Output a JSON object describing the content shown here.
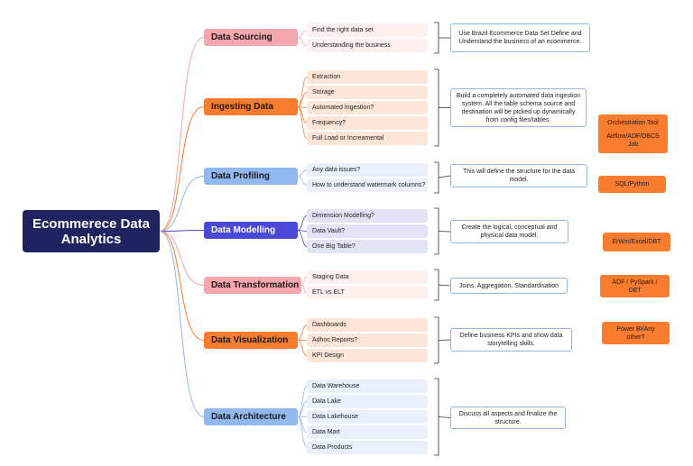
{
  "root": {
    "title": "Ecommerece Data Analytics"
  },
  "colors": {
    "root": "#1f2461",
    "tool": "#f97c2f",
    "desc_border": "#8fb6e6"
  },
  "branches": [
    {
      "id": "sourcing",
      "label": "Data Sourcing",
      "color": "#f6a6ad",
      "leaf_bg": "#fdf0ee",
      "items": [
        "Find the right data set",
        "Understanding the business"
      ],
      "description": "Use Brazil Ecommerce Data Set Define and Understand the business of an ecommerce."
    },
    {
      "id": "ingesting",
      "label": "Ingesting Data",
      "color": "#f97c2f",
      "leaf_bg": "#fde6d8",
      "items": [
        "Extraction",
        "Storage",
        "Automated Ingestion?",
        "Frequency?",
        "Full Load or Increamental"
      ],
      "description": "Build a completely automated data ingestion system. All the table schema source and destination will be picked up dynamically from config files/tables."
    },
    {
      "id": "profiling",
      "label": "Data Profiling",
      "color": "#92b8f0",
      "leaf_bg": "#e9f0fb",
      "items": [
        "Any data issues?",
        "How to understand watermark columns?"
      ],
      "description": "This will define the structure for the data model."
    },
    {
      "id": "modelling",
      "label": "Data Modelling",
      "color": "#4a48d4",
      "leaf_bg": "#e3e3f7",
      "items": [
        "Dimension Modelling?",
        "Data Vault?",
        "One Big Table?"
      ],
      "description": "Create the logical, conceptual and physical data model."
    },
    {
      "id": "transformation",
      "label": "Data Transformation",
      "color": "#f6a6ad",
      "leaf_bg": "#fdf0ee",
      "items": [
        "Staging Data",
        "ETL vs ELT"
      ],
      "description": "Joins, Aggregation, Standardisation"
    },
    {
      "id": "visualization",
      "label": "Data Visualization",
      "color": "#f97c2f",
      "leaf_bg": "#fde6d8",
      "items": [
        "Dashboards",
        "Adhoc Reports?",
        "KPI Design"
      ],
      "description": "Define business KPIs and show data storytelling skills."
    },
    {
      "id": "architecture",
      "label": "Data Architecture",
      "color": "#92b8f0",
      "leaf_bg": "#e9f0fb",
      "items": [
        "Data Warehouse",
        "Data Lake",
        "Data Lakehouse",
        "Data Mart",
        "Data Products"
      ],
      "description": "Discuss all aspects and finalize the structure."
    }
  ],
  "tools": [
    {
      "lines": [
        "Orchestration Tool",
        "",
        "Airflow/ADF/DBCS",
        "Job"
      ]
    },
    {
      "lines": [
        "SQL/Python"
      ]
    },
    {
      "lines": [
        "ErWin/Excel/DBT"
      ]
    },
    {
      "lines": [
        "ADF / PySpark /",
        "DBT"
      ]
    },
    {
      "lines": [
        "Power BI/Any",
        "other?"
      ]
    }
  ]
}
